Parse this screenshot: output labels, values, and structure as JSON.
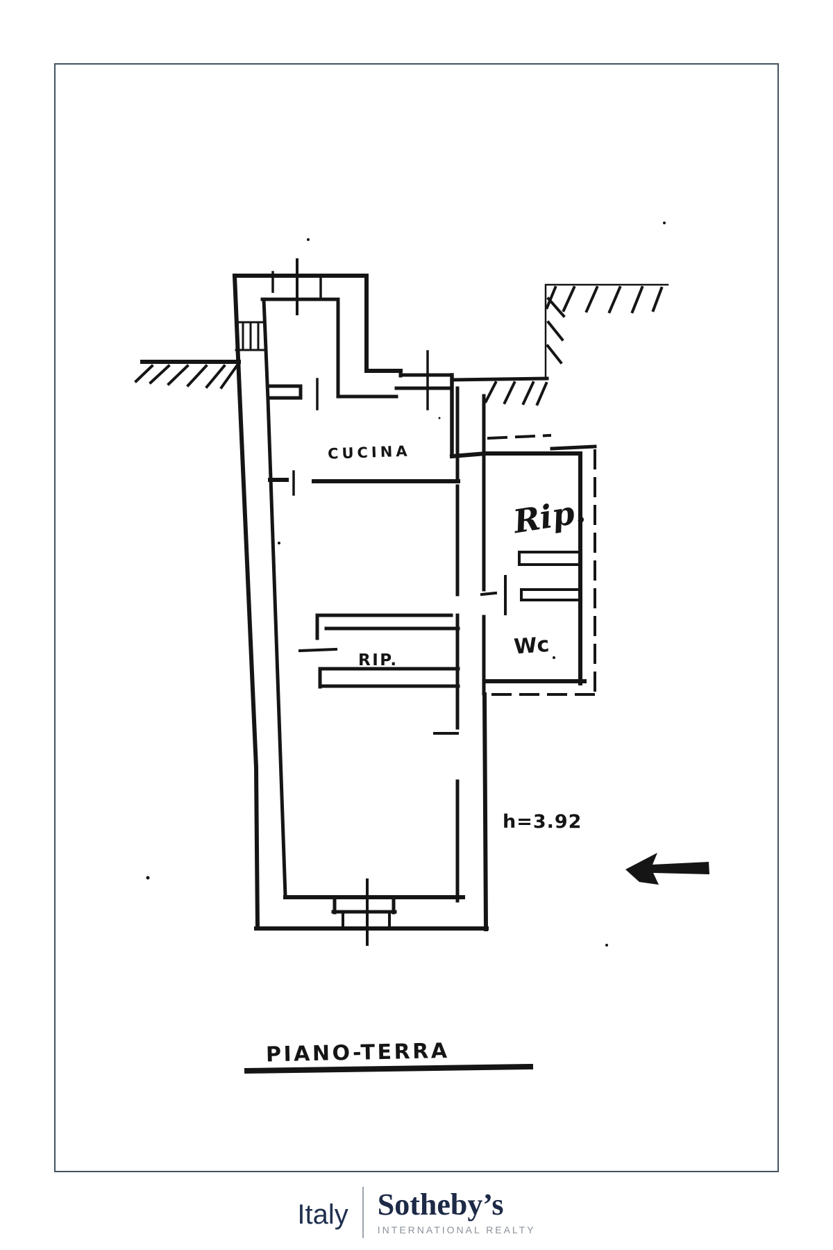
{
  "page": {
    "background": "#ffffff",
    "frame_color": "#44525e",
    "ink_color": "#151515"
  },
  "plan": {
    "labels": {
      "kitchen": "CUCINA",
      "closet_right": "Rip.",
      "wc": "Wc",
      "closet_center": "RIP.",
      "height_note": "h=3.92",
      "title": "PIANO-TERRA"
    }
  },
  "footer": {
    "italy": "Italy",
    "sothebys": "Sotheby’s",
    "subtitle": "INTERNATIONAL REALTY",
    "navy": "#1d2a47",
    "gray": "#8a909a"
  }
}
